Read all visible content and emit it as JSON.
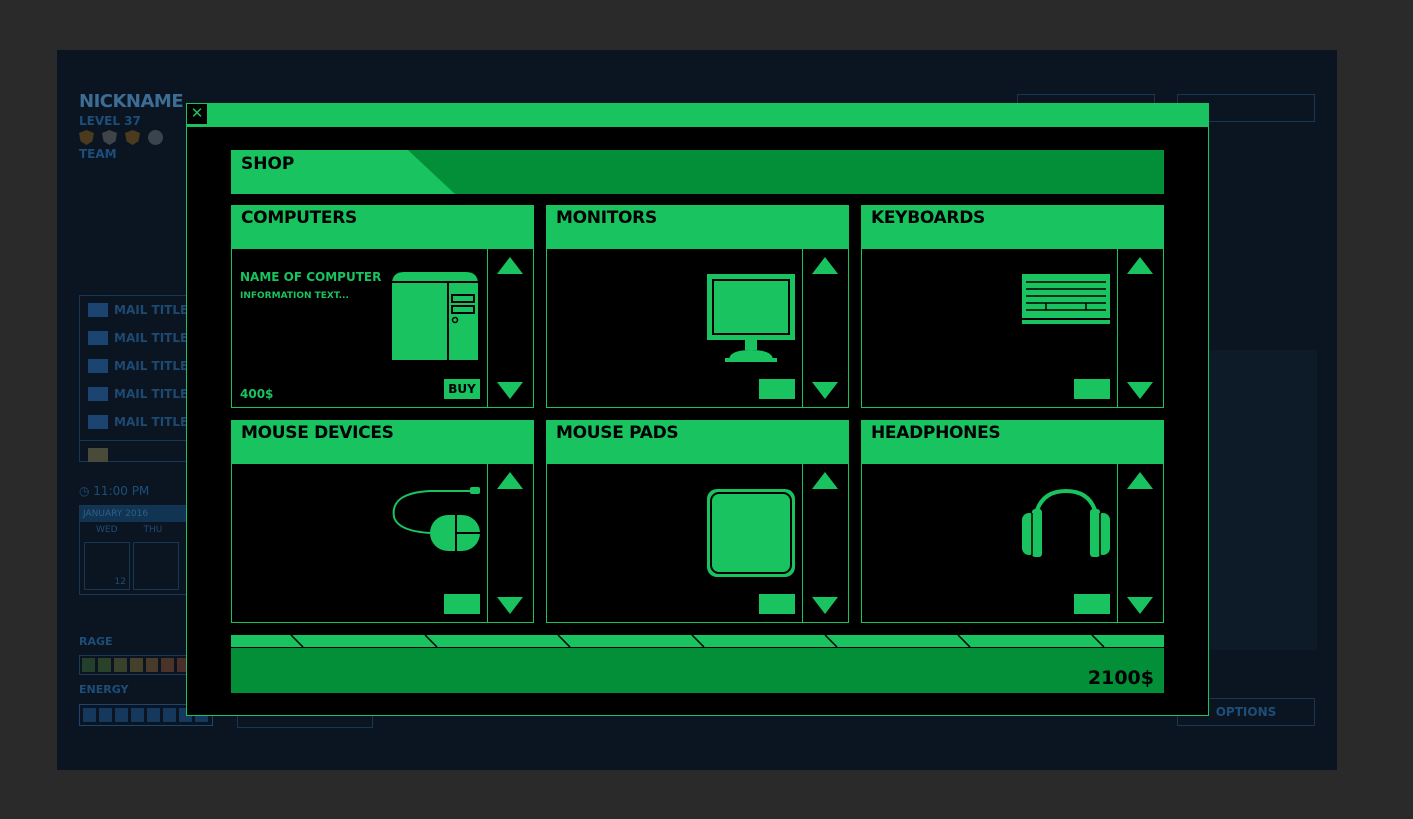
{
  "hud": {
    "nickname": "NICKNAME",
    "level": "LEVEL 37",
    "team": "TEAM",
    "mail_titles": [
      "MAIL TITLE",
      "MAIL TITLE",
      "MAIL TITLE",
      "MAIL TITLE",
      "MAIL TITLE"
    ],
    "time": "11:00 PM",
    "calendar_month": "JANUARY 2016",
    "calendar_days": [
      "WED",
      "THU"
    ],
    "calendar_date": "12",
    "rage_label": "RAGE",
    "energy_label": "ENERGY",
    "options_label": "OPTIONS"
  },
  "shop": {
    "close_icon": "x-icon",
    "title": "SHOP",
    "total": "2100$",
    "categories": [
      {
        "title": "COMPUTERS",
        "icon": "computer-tower-icon",
        "item_name": "NAME OF COMPUTER",
        "item_info": "INFORMATION TEXT...",
        "price": "400$",
        "buy_label": "BUY"
      },
      {
        "title": "MONITORS",
        "icon": "monitor-icon"
      },
      {
        "title": "KEYBOARDS",
        "icon": "keyboard-icon"
      },
      {
        "title": "MOUSE DEVICES",
        "icon": "mouse-icon"
      },
      {
        "title": "MOUSE PADS",
        "icon": "mouse-pad-icon"
      },
      {
        "title": "HEADPHONES",
        "icon": "headphones-icon"
      }
    ],
    "colors": {
      "accent": "#19c35f",
      "accent_dark": "#038e38",
      "background": "#000000",
      "hud_bg": "#0a1521"
    }
  }
}
